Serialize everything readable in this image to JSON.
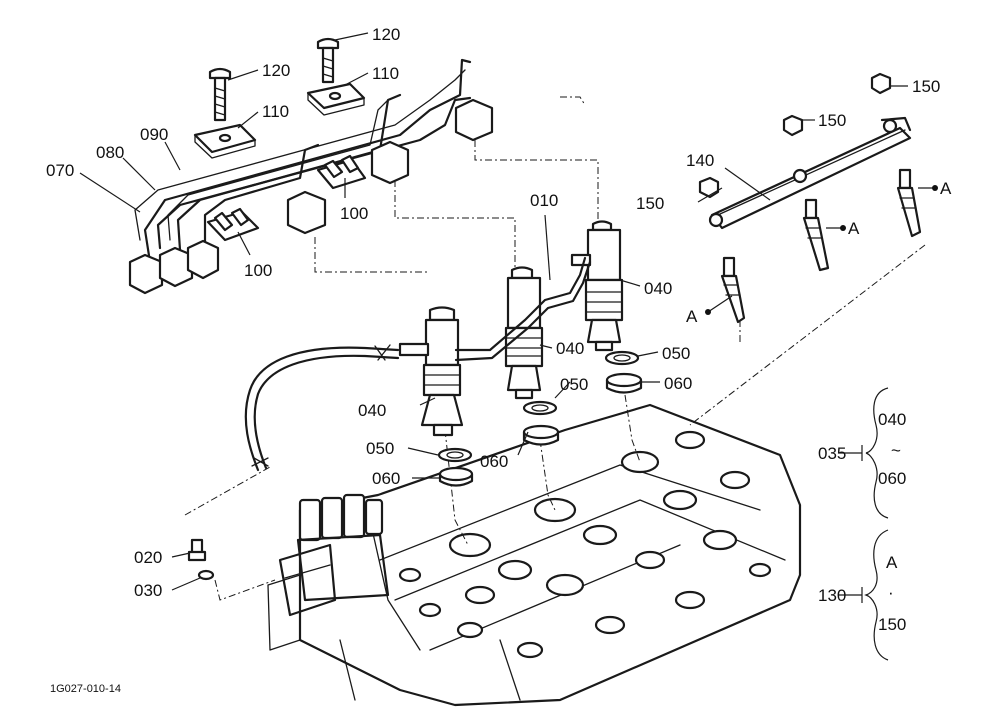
{
  "figure_code": "1G027-010-14",
  "callouts": {
    "c120a": "120",
    "c120b": "120",
    "c110a": "110",
    "c110b": "110",
    "c090": "090",
    "c080": "080",
    "c070": "070",
    "c100a": "100",
    "c100b": "100",
    "c010": "010",
    "c040a": "040",
    "c040b": "040",
    "c040c": "040",
    "c050a": "050",
    "c050b": "050",
    "c050c": "050",
    "c060a": "060",
    "c060b": "060",
    "c060c": "060",
    "c020": "020",
    "c030": "030",
    "c140": "140",
    "c150a": "150",
    "c150b": "150",
    "c150c": "150",
    "cA1": "A",
    "cA2": "A",
    "cA3": "A"
  },
  "group_035": {
    "id": "035",
    "from": "040",
    "range": "~",
    "to": "060"
  },
  "group_130": {
    "id": "130",
    "from": "A",
    "range": "·",
    "to": "150"
  }
}
